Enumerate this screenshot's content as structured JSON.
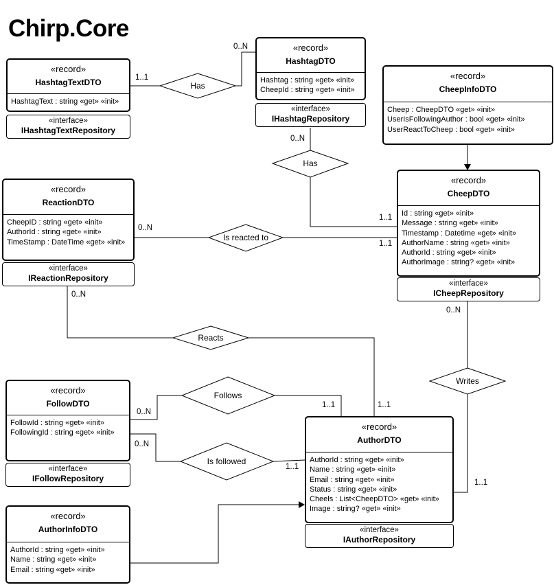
{
  "title": "Chirp.Core",
  "entities": {
    "hashtagtext": {
      "stereotype": "«record»",
      "name": "HashtagTextDTO",
      "attrs": [
        "HashtagText : string «get» «init»"
      ],
      "iface_stereotype": "«interface»",
      "iface_name": "IHashtagTextRepository"
    },
    "hashtag": {
      "stereotype": "«record»",
      "name": "HashtagDTO",
      "attrs": [
        "Hashtag : string «get» «init»",
        "CheepId : string «get» «init»"
      ],
      "iface_stereotype": "«interface»",
      "iface_name": "IHashtagRepository"
    },
    "cheepinfo": {
      "stereotype": "«record»",
      "name": "CheepInfoDTO",
      "attrs": [
        "Cheep : CheepDTO «get» «init»",
        "UserIsFollowingAuthor : bool «get» «init»",
        "UserReactToCheep : bool «get» «init»"
      ]
    },
    "reaction": {
      "stereotype": "«record»",
      "name": "ReactionDTO",
      "attrs": [
        "CheepID : string «get» «init»",
        "AuthorId : string «get» «init»",
        "TimeStamp : DateTime «get» «init»"
      ],
      "iface_stereotype": "«interface»",
      "iface_name": "IReactionRepository"
    },
    "cheep": {
      "stereotype": "«record»",
      "name": "CheepDTO",
      "attrs": [
        "Id : string «get» «init»",
        "Message : string «get» «init»",
        "Timestamp : Datetime «get» «init»",
        "AuthorName : string «get» «init»",
        "AuthorId : string «get» «init»",
        "AuthorImage : string? «get» «init»"
      ],
      "iface_stereotype": "«interface»",
      "iface_name": "ICheepRepository"
    },
    "follow": {
      "stereotype": "«record»",
      "name": "FollowDTO",
      "attrs": [
        "FollowId : string «get» «init»",
        "FollowingId : string «get» «init»"
      ],
      "iface_stereotype": "«interface»",
      "iface_name": "IFollowRepository"
    },
    "author": {
      "stereotype": "«record»",
      "name": "AuthorDTO",
      "attrs": [
        "AuthorId : string «get» «init»",
        "Name : string «get» «init»",
        "Email : string «get» «init»",
        "Status : string «get» «init»",
        "Cheels : List<CheepDTO> «get» «init»",
        "Image : string? «get» «init»"
      ],
      "iface_stereotype": "«interface»",
      "iface_name": "IAuthorRepository"
    },
    "authorinfo": {
      "stereotype": "«record»",
      "name": "AuthorInfoDTO",
      "attrs": [
        "AuthorId : string «get» «init»",
        "Name : string «get» «init»",
        "Email : string «get» «init»"
      ]
    }
  },
  "relationships": {
    "has_hashtag": "Has",
    "has_cheep": "Has",
    "reacted": "Is reacted to",
    "reacts": "Reacts",
    "writes": "Writes",
    "follows": "Follows",
    "followed": "Is followed"
  },
  "cardinalities": {
    "hashtagtext_has": "1..1",
    "hashtag_has_top": "0..N",
    "hashtag_has_bottom": "0..N",
    "cheep_has": "1..1",
    "reaction_reacted": "0..N",
    "cheep_reacted": "1..1",
    "reaction_reacts": "0..N",
    "author_reacts": "1..1",
    "cheep_writes": "0..N",
    "author_writes": "1..1",
    "follow_follows": "0..N",
    "author_follows": "1..1",
    "follow_followed": "0..N",
    "author_followed": "1..1"
  }
}
